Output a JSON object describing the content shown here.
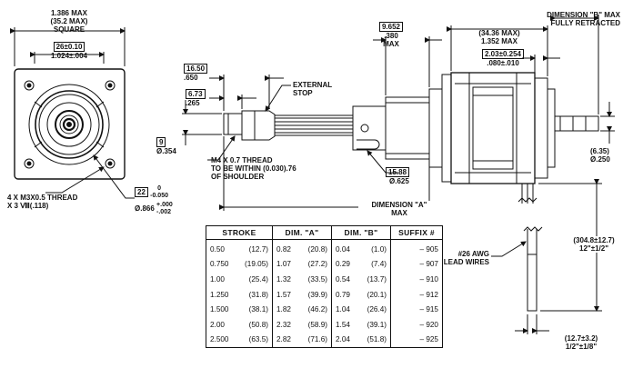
{
  "front_view": {
    "width_max_in": "1.386 MAX",
    "width_max_mm": "(35.2 MAX)",
    "shape": "SQUARE",
    "pilot_mm": "26±0.10",
    "pilot_in": "1.024±.004",
    "thread_note_1": "4 X M3X0.5 THREAD",
    "thread_note_2": "X 3",
    "thread_depth": "(.118)",
    "pilot_dia_mm": "22",
    "pilot_dia_tol_upper_mm": "0",
    "pilot_dia_tol_lower_mm": "-0.050",
    "pilot_dia_in": "Ø.866",
    "pilot_dia_tol_upper_in": "+.000",
    "pilot_dia_tol_lower_in": "-.002"
  },
  "side_view": {
    "dim_1650_mm": "16.50",
    "dim_1650_in": ".650",
    "dim_673_mm": "6.73",
    "dim_673_in": ".265",
    "dim_9_mm": "9",
    "dim_9_in": "Ø.354",
    "external_stop_1": "EXTERNAL",
    "external_stop_2": "STOP",
    "m4_note_1": "M4 X 0.7 THREAD",
    "m4_note_2": "TO BE WITHIN (0.030).76",
    "m4_note_3": "OF SHOULDER",
    "dim_9652_mm": "9.652",
    "dim_9652_in": ".380",
    "dim_9652_max": "MAX",
    "dim_3436_mm": "(34.36 MAX)",
    "dim_3436_in": "1.352 MAX",
    "dim_203_mm": "2.03±0.254",
    "dim_203_in": ".080±.010",
    "dim_b_1": "DIMENSION \"B\" MAX",
    "dim_b_2": "FULLY RETRACTED",
    "dim_635_mm": "(6.35)",
    "dim_635_in": "Ø.250",
    "dim_1588_mm": "15.88",
    "dim_1588_in": "Ø.625",
    "dim_a_1": "DIMENSION \"A\"",
    "dim_a_2": "MAX",
    "lead_wires_1": "#26 AWG",
    "lead_wires_2": "LEAD WIRES",
    "lead_len_mm": "(304.8±12.7)",
    "lead_len_in": "12\"±1/2\"",
    "strip_mm": "(12.7±3.2)",
    "strip_in": "1/2\"±1/8\""
  },
  "table": {
    "headers": [
      "STROKE",
      "DIM. \"A\"",
      "DIM. \"B\"",
      "SUFFIX #"
    ],
    "rows": [
      {
        "stroke_in": "0.50",
        "stroke_mm": "(12.7)",
        "a_in": "0.82",
        "a_mm": "(20.8)",
        "b_in": "0.04",
        "b_mm": "(1.0)",
        "suffix": "– 905"
      },
      {
        "stroke_in": "0.750",
        "stroke_mm": "(19.05)",
        "a_in": "1.07",
        "a_mm": "(27.2)",
        "b_in": "0.29",
        "b_mm": "(7.4)",
        "suffix": "– 907"
      },
      {
        "stroke_in": "1.00",
        "stroke_mm": "(25.4)",
        "a_in": "1.32",
        "a_mm": "(33.5)",
        "b_in": "0.54",
        "b_mm": "(13.7)",
        "suffix": "– 910"
      },
      {
        "stroke_in": "1.250",
        "stroke_mm": "(31.8)",
        "a_in": "1.57",
        "a_mm": "(39.9)",
        "b_in": "0.79",
        "b_mm": "(20.1)",
        "suffix": "– 912"
      },
      {
        "stroke_in": "1.500",
        "stroke_mm": "(38.1)",
        "a_in": "1.82",
        "a_mm": "(46.2)",
        "b_in": "1.04",
        "b_mm": "(26.4)",
        "suffix": "– 915"
      },
      {
        "stroke_in": "2.00",
        "stroke_mm": "(50.8)",
        "a_in": "2.32",
        "a_mm": "(58.9)",
        "b_in": "1.54",
        "b_mm": "(39.1)",
        "suffix": "– 920"
      },
      {
        "stroke_in": "2.500",
        "stroke_mm": "(63.5)",
        "a_in": "2.82",
        "a_mm": "(71.6)",
        "b_in": "2.04",
        "b_mm": "(51.8)",
        "suffix": "– 925"
      }
    ]
  }
}
